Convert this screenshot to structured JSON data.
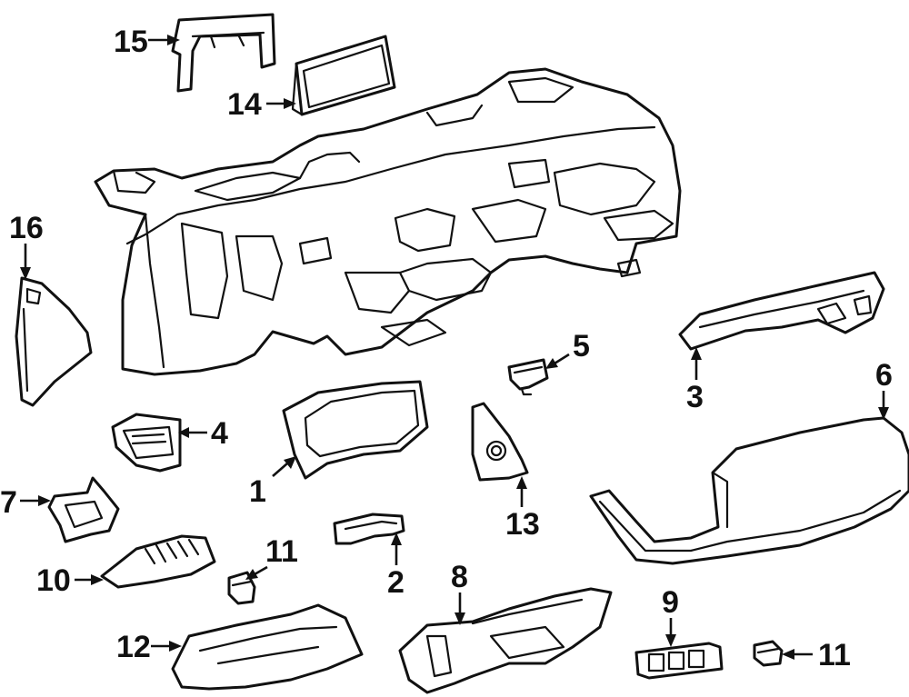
{
  "callouts": {
    "c1": "1",
    "c2": "2",
    "c3": "3",
    "c4": "4",
    "c5": "5",
    "c6": "6",
    "c7": "7",
    "c8": "8",
    "c9": "9",
    "c10": "10",
    "c11a": "11",
    "c11b": "11",
    "c12": "12",
    "c13": "13",
    "c14": "14",
    "c15": "15",
    "c16": "16"
  },
  "colors": {
    "line": "#111111",
    "background": "#ffffff"
  }
}
